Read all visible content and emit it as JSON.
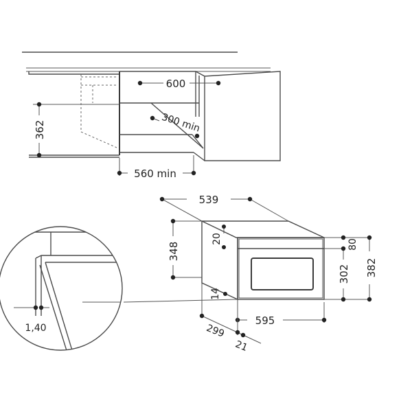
{
  "dimensions": {
    "top_width": "600",
    "top_depth": "300 min",
    "top_height": "362",
    "top_cavity_width": "560 min",
    "oven_depth": "539",
    "oven_height_total": "348",
    "front_top_offset": "20",
    "front_bottom_offset": "14",
    "front_top_strip": "80",
    "front_height": "302",
    "front_total_height": "382",
    "front_width": "595",
    "side_depth": "299",
    "frame_depth": "21",
    "detail_thickness": "1,40"
  }
}
